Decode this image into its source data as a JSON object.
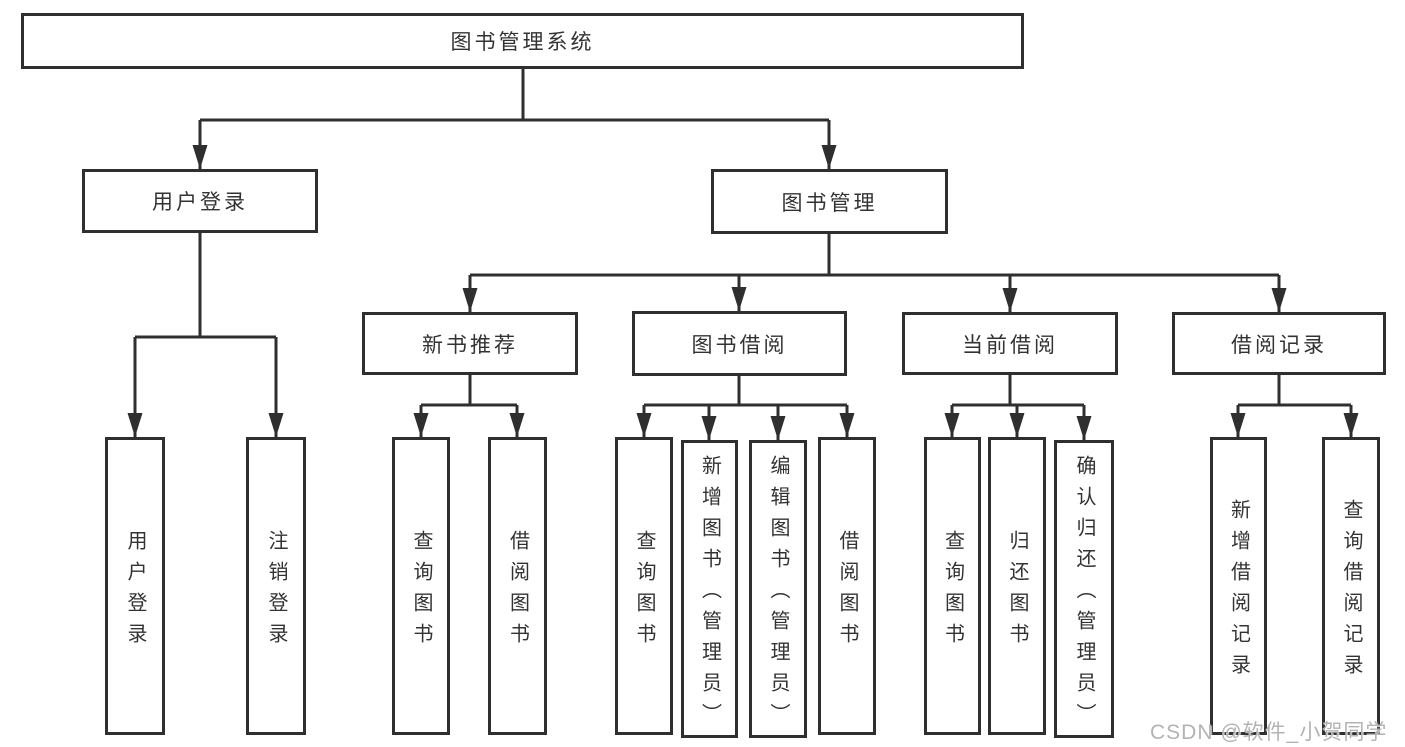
{
  "colors": {
    "line": "#2f2f2f",
    "text": "#333333",
    "background": "#ffffff",
    "watermark": "#b3b3b3"
  },
  "diagram": {
    "root": {
      "label": "图书管理系统"
    },
    "level2": [
      {
        "label": "用户登录"
      },
      {
        "label": "图书管理"
      }
    ],
    "level3": [
      {
        "label": "新书推荐",
        "parent": "图书管理"
      },
      {
        "label": "图书借阅",
        "parent": "图书管理"
      },
      {
        "label": "当前借阅",
        "parent": "图书管理"
      },
      {
        "label": "借阅记录",
        "parent": "图书管理"
      }
    ],
    "leaves": [
      {
        "label": "用户登录",
        "parent": "用户登录"
      },
      {
        "label": "注销登录",
        "parent": "用户登录"
      },
      {
        "label": "查询图书",
        "parent": "新书推荐"
      },
      {
        "label": "借阅图书",
        "parent": "新书推荐"
      },
      {
        "label": "查询图书",
        "parent": "图书借阅"
      },
      {
        "label": "新增图书（管理员）",
        "parent": "图书借阅"
      },
      {
        "label": "编辑图书（管理员）",
        "parent": "图书借阅"
      },
      {
        "label": "借阅图书",
        "parent": "图书借阅"
      },
      {
        "label": "查询图书",
        "parent": "当前借阅"
      },
      {
        "label": "归还图书",
        "parent": "当前借阅"
      },
      {
        "label": "确认归还（管理员）",
        "parent": "当前借阅"
      },
      {
        "label": "新增借阅记录",
        "parent": "借阅记录"
      },
      {
        "label": "查询借阅记录",
        "parent": "借阅记录"
      }
    ]
  },
  "watermark": {
    "text": "CSDN @软件_小贺同学"
  }
}
